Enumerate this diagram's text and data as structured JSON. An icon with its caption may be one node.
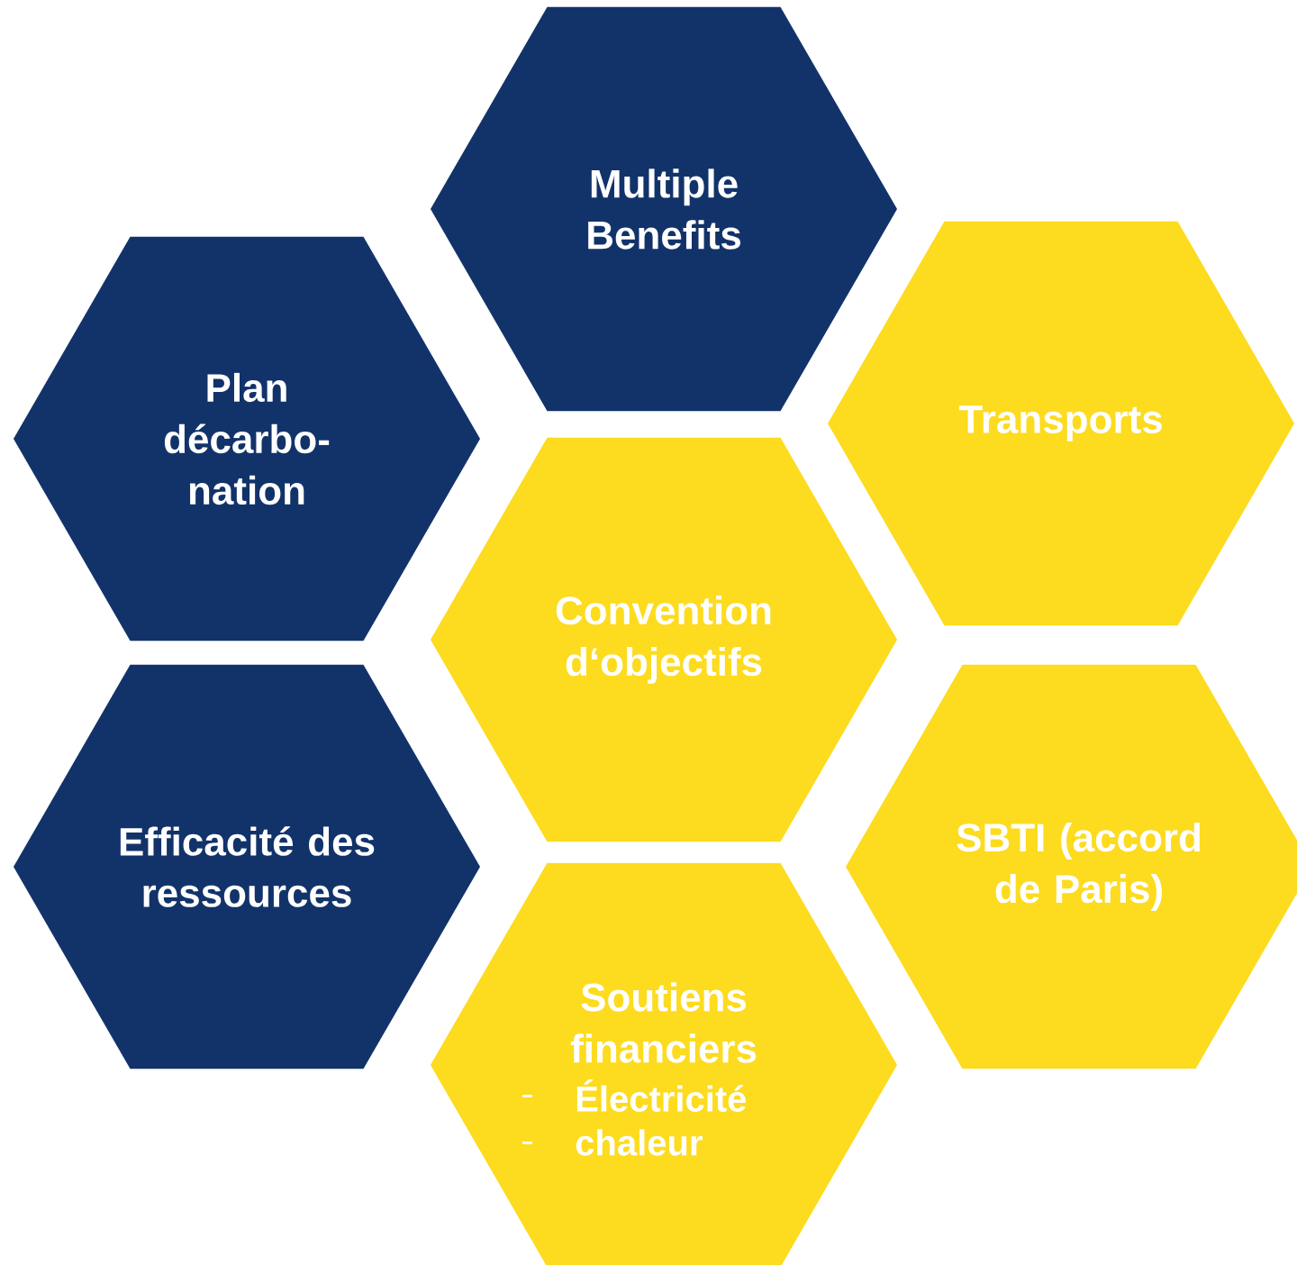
{
  "diagram": {
    "nodes": [
      {
        "text": [
          "Multiple Benefits"
        ]
      },
      {
        "text": [
          "Transports"
        ]
      },
      {
        "text": [
          "Plan décarbo- nation"
        ]
      },
      {
        "text": [
          "Convention d‘objectifs"
        ]
      },
      {
        "text": [
          "Efficacité des ressources"
        ]
      },
      {
        "text": [
          "SBTI (accord de Paris)"
        ]
      },
      {
        "text": [
          "Soutiens financiers",
          "Électricité",
          "chaleur"
        ]
      }
    ]
  }
}
